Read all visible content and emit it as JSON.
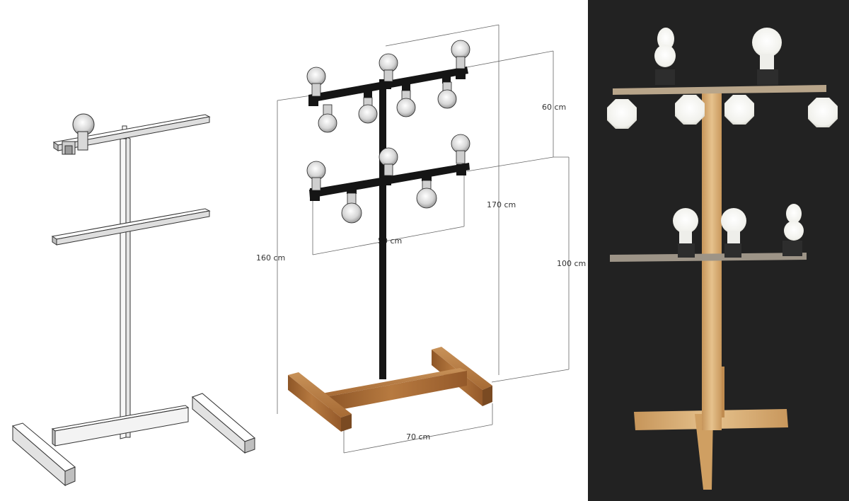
{
  "panels": {
    "exploded": {},
    "dimensioned": {
      "dimensions": {
        "top_width": "",
        "top_spacing": "60 cm",
        "overall_height": "170 cm",
        "lower_width": "50 cm",
        "left_height": "160 cm",
        "lower_height": "100 cm",
        "base_width": "70 cm"
      }
    },
    "photo": {}
  },
  "colors": {
    "background": "#ffffff",
    "outline": "#333333",
    "steel": "#1a1a1a",
    "wood": "#a86b35",
    "photo_background": "#222222",
    "photo_wood": "#d8ae72"
  }
}
